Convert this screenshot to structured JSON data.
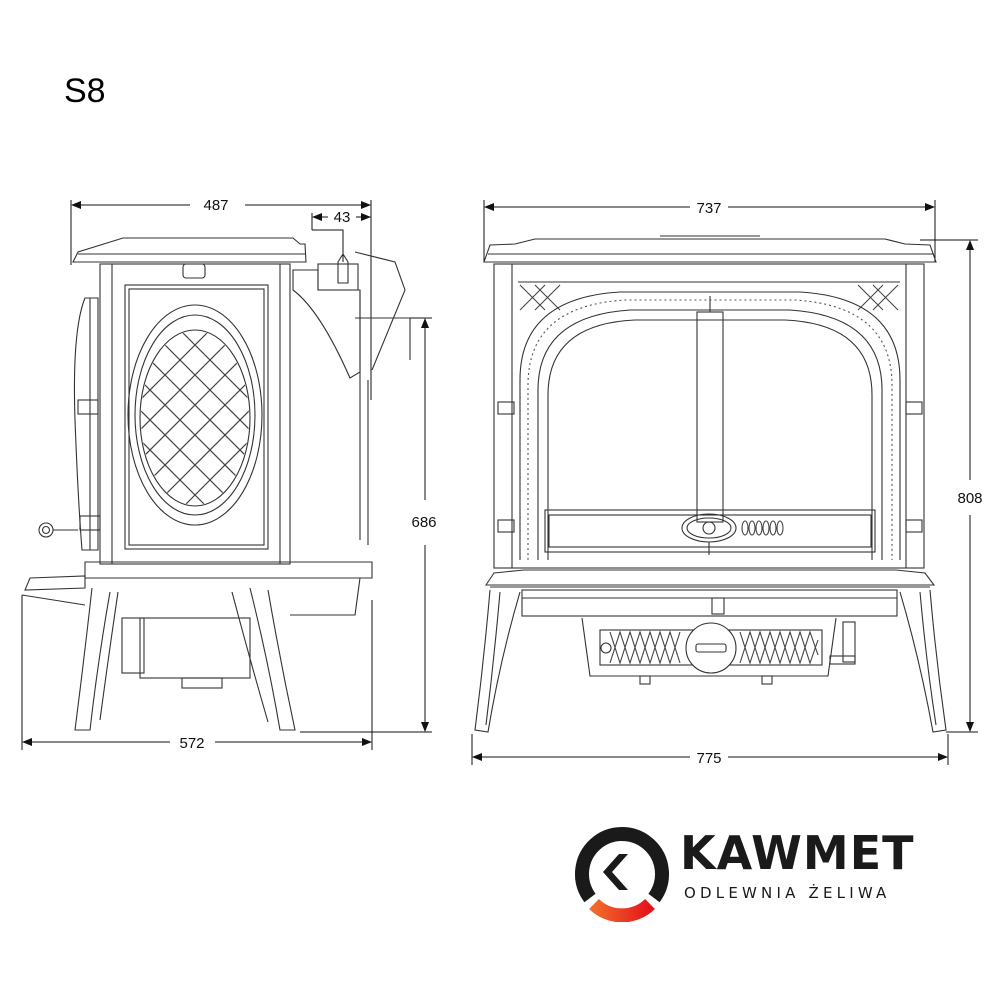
{
  "title": "S8",
  "side_view": {
    "dimensions": {
      "depth_top": "487",
      "flue_offset": "43",
      "flue_height": "686",
      "total_depth": "572"
    }
  },
  "front_view": {
    "dimensions": {
      "width_top": "737",
      "total_height": "808",
      "total_width": "775"
    }
  },
  "logo": {
    "brand": "KAWMET",
    "tagline": "ODLEWNIA ŻELIWA",
    "colors": {
      "ring": "#1a1a1a",
      "accent_start": "#f26b2a",
      "accent_end": "#e3141b"
    }
  }
}
